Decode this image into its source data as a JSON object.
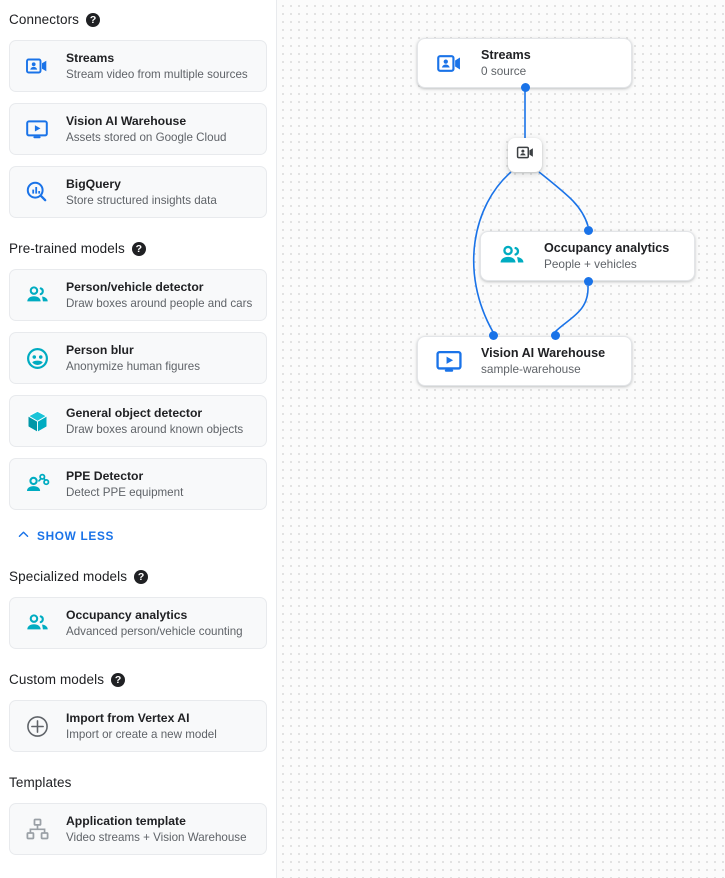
{
  "sidebar": {
    "sections": [
      {
        "title": "Connectors",
        "has_help": true,
        "items": [
          {
            "title": "Streams",
            "sub": "Stream video from multiple sources",
            "icon": "video-camera-icon",
            "color": "#1a73e8"
          },
          {
            "title": "Vision AI Warehouse",
            "sub": "Assets stored on Google Cloud",
            "icon": "monitor-play-icon",
            "color": "#1a73e8"
          },
          {
            "title": "BigQuery",
            "sub": "Store structured insights data",
            "icon": "bigquery-search-icon",
            "color": "#1a73e8"
          }
        ]
      },
      {
        "title": "Pre-trained models",
        "has_help": true,
        "items": [
          {
            "title": "Person/vehicle detector",
            "sub": "Draw boxes around people and cars",
            "icon": "people-group-icon",
            "color": "#00acc1"
          },
          {
            "title": "Person blur",
            "sub": "Anonymize human figures",
            "icon": "person-face-icon",
            "color": "#00acc1"
          },
          {
            "title": "General object detector",
            "sub": "Draw boxes around known objects",
            "icon": "cube-icon",
            "color": "#00acc1"
          },
          {
            "title": "PPE Detector",
            "sub": "Detect PPE equipment",
            "icon": "ppe-person-icon",
            "color": "#00acc1"
          }
        ],
        "show_less_label": "SHOW LESS"
      },
      {
        "title": "Specialized models",
        "has_help": true,
        "items": [
          {
            "title": "Occupancy analytics",
            "sub": "Advanced person/vehicle counting",
            "icon": "people-group-icon",
            "color": "#00acc1"
          }
        ]
      },
      {
        "title": "Custom models",
        "has_help": true,
        "items": [
          {
            "title": "Import from Vertex AI",
            "sub": "Import or create a new model",
            "icon": "plus-circle-icon",
            "color": "#5f6368"
          }
        ]
      },
      {
        "title": "Templates",
        "has_help": false,
        "items": [
          {
            "title": "Application template",
            "sub": "Video streams + Vision Warehouse",
            "icon": "hierarchy-icon",
            "color": "#9aa0a6"
          }
        ]
      }
    ]
  },
  "graph": {
    "nodes": {
      "streams": {
        "title": "Streams",
        "sub": "0 source",
        "icon": "video-camera-icon",
        "color": "#1a73e8"
      },
      "mini": {
        "icon": "video-camera-icon",
        "color": "#3c4043"
      },
      "occupancy": {
        "title": "Occupancy analytics",
        "sub": "People + vehicles",
        "icon": "people-group-icon",
        "color": "#00acc1"
      },
      "warehouse": {
        "title": "Vision AI Warehouse",
        "sub": "sample-warehouse",
        "icon": "monitor-play-icon",
        "color": "#1a73e8"
      }
    },
    "edge_color": "#1a73e8",
    "port_color": "#1a73e8"
  },
  "colors": {
    "accent_blue": "#1a73e8",
    "accent_teal": "#00acc1",
    "text_primary": "#202124",
    "text_secondary": "#5f6368",
    "card_bg": "#f8f9fa",
    "canvas_bg": "#fbfbfb"
  }
}
